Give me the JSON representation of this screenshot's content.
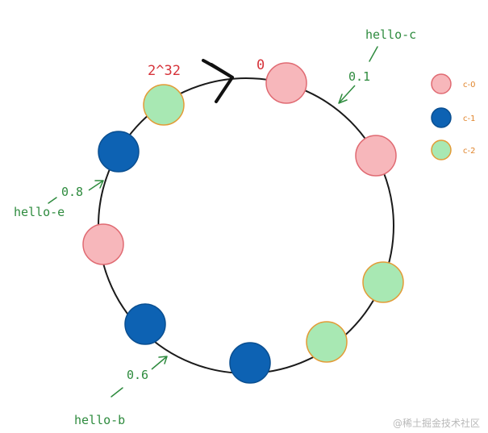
{
  "ring_labels": {
    "start": "0",
    "end": "2^32"
  },
  "legend": [
    {
      "label": "c-0",
      "fill": "#f7b7bb",
      "stroke": "#e06a72"
    },
    {
      "label": "c-1",
      "fill": "#0d62b3",
      "stroke": "#0a4f91"
    },
    {
      "label": "c-2",
      "fill": "#a8e8b3",
      "stroke": "#e39b36"
    }
  ],
  "keys": [
    {
      "name": "hello-c",
      "value": "0.1"
    },
    {
      "name": "hello-e",
      "value": "0.8"
    },
    {
      "name": "hello-b",
      "value": "0.6"
    }
  ],
  "nodes": [
    {
      "group": "c-0"
    },
    {
      "group": "c-0"
    },
    {
      "group": "c-2"
    },
    {
      "group": "c-2"
    },
    {
      "group": "c-1"
    },
    {
      "group": "c-1"
    },
    {
      "group": "c-0"
    },
    {
      "group": "c-1"
    },
    {
      "group": "c-2"
    }
  ],
  "colors": {
    "ring": "#1a1a1a",
    "key_text": "#2e8b3e",
    "ring_label": "#d6333a"
  },
  "watermark": "@稀土掘金技术社区"
}
